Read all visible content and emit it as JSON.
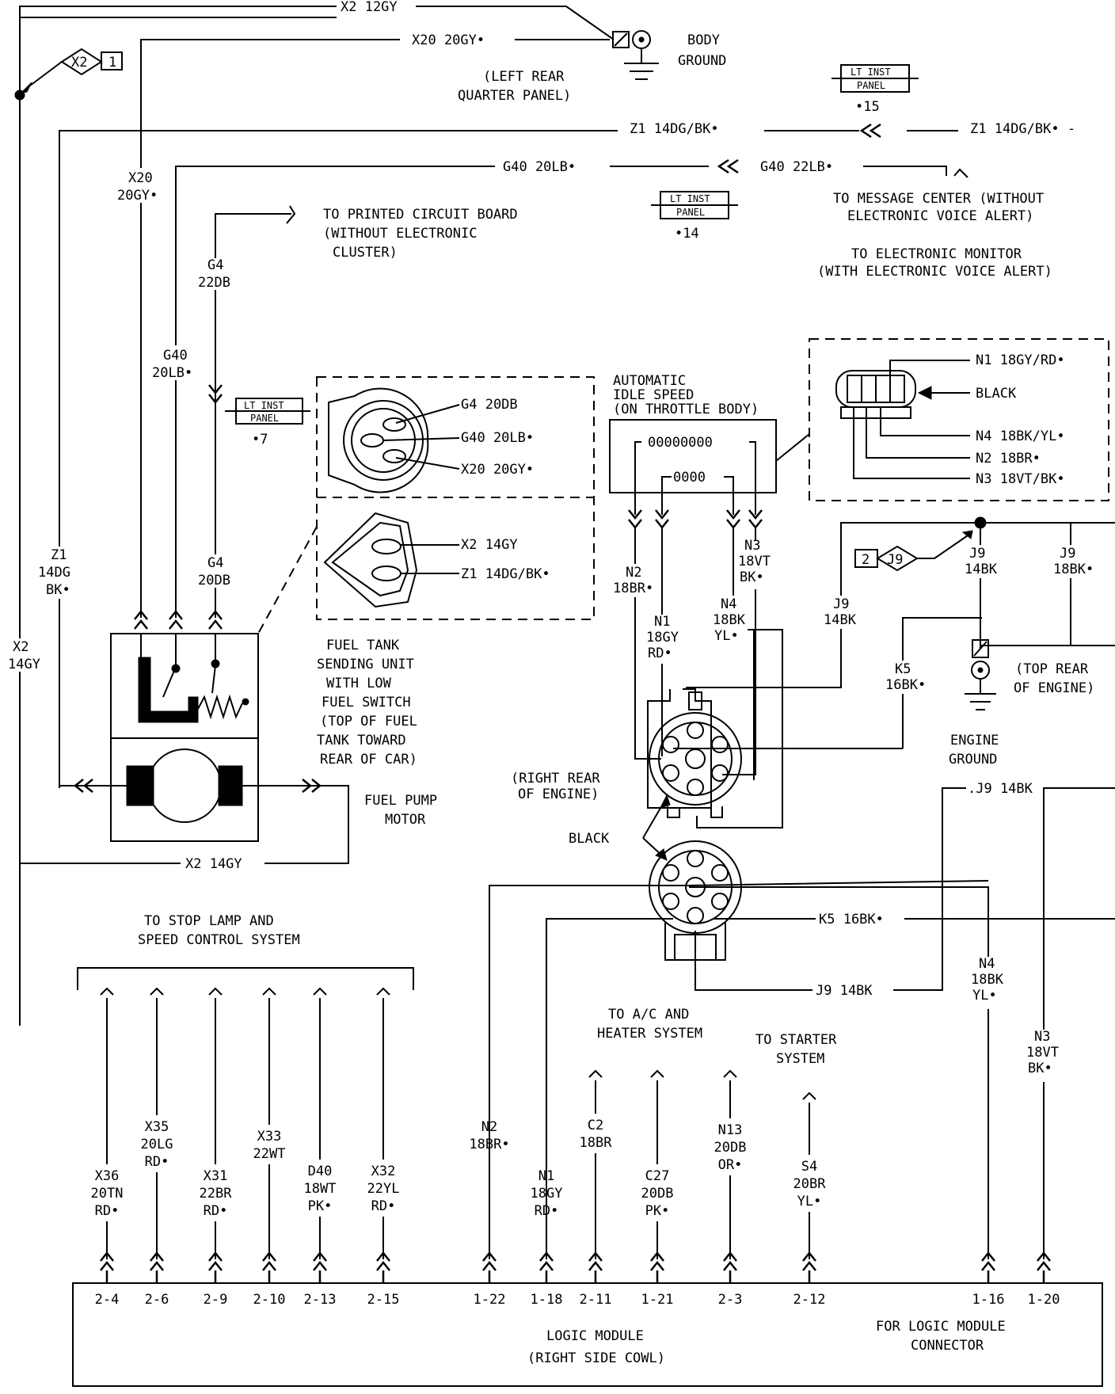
{
  "top_wires": {
    "x2_12gy": "X2 12GY",
    "x20_20gy": "X20 20GY•",
    "z1_14dg_bk_a": "Z1 14DG/BK•",
    "z1_14dg_bk_b": "Z1 14DG/BK• -",
    "g40_20lb": "G40 20LB•",
    "g40_22lb": "G40 22LB•"
  },
  "body_ground": {
    "line1": "BODY",
    "line2": "GROUND",
    "loc1": "(LEFT REAR",
    "loc2": "QUARTER PANEL)"
  },
  "connector_x2": {
    "letter": "X2",
    "pin": "1"
  },
  "connector_j9": {
    "letter": "J9",
    "pin": "2"
  },
  "splices": {
    "s15_top": "LT INST",
    "s15_bottom": "PANEL",
    "s15_num": "•15",
    "s14_top": "LT INST",
    "s14_bottom": "PANEL",
    "s14_num": "•14",
    "s7_top": "LT INST",
    "s7_bottom": "PANEL",
    "s7_num": "•7"
  },
  "message_center": {
    "line1": "TO MESSAGE CENTER (WITHOUT",
    "line2": "ELECTRONIC VOICE ALERT)",
    "line3": "TO ELECTRONIC MONITOR",
    "line4": "(WITH ELECTRONIC VOICE ALERT)"
  },
  "pcb": {
    "line1": "TO PRINTED CIRCUIT BOARD",
    "line2": "(WITHOUT ELECTRONIC",
    "line3": "CLUSTER)"
  },
  "vertical_labels": {
    "x20_a": "X20",
    "x20_b": "20GY•",
    "g4_a": "G4",
    "g4_b": "22DB",
    "g40_a": "G40",
    "g40_b": "20LB•",
    "g4b_a": "G4",
    "g4b_b": "20DB",
    "z1_a": "Z1",
    "z1_b": "14DG",
    "z1_c": "BK•",
    "x2_a": "X2",
    "x2_b": "14GY"
  },
  "sender_conn": {
    "upper": [
      "G4 20DB",
      "G40 20LB•",
      "X20 20GY•"
    ],
    "lower": [
      "X2 14GY",
      "Z1 14DG/BK•"
    ]
  },
  "fuel_tank": {
    "lines": [
      "FUEL TANK",
      "SENDING UNIT",
      "WITH LOW",
      "FUEL SWITCH",
      "(TOP OF FUEL",
      "TANK TOWARD",
      "REAR OF CAR)"
    ]
  },
  "fuel_pump": {
    "line1": "FUEL PUMP",
    "line2": "MOTOR",
    "x2_bottom": "X2 14GY"
  },
  "ais": {
    "line1": "AUTOMATIC",
    "line2": "IDLE SPEED",
    "line3": "(ON THROTTLE BODY)",
    "coil1": "00000000",
    "coil2": "0000"
  },
  "ais_conn": {
    "n1": "N1 18GY/RD•",
    "black": "BLACK",
    "n4": "N4 18BK/YL•",
    "n2": "N2 18BR•",
    "n3": "N3 18VT/BK•"
  },
  "mid_wires": {
    "n3_a": "N3",
    "n3_b": "18VT",
    "n3_c": "BK•",
    "n2_a": "N2",
    "n2_b": "18BR•",
    "n1_a": "N1",
    "n1_b": "18GY",
    "n1_c": "RD•",
    "n4_a": "N4",
    "n4_b": "18BK",
    "n4_c": "YL•",
    "j9a_a": "J9",
    "j9a_b": "14BK",
    "j9b_a": "J9",
    "j9b_b": "14BK",
    "j9c_a": "J9",
    "j9c_b": "18BK•",
    "k5_a": "K5",
    "k5_b": "16BK•"
  },
  "engine_ground": {
    "loc1": "(TOP REAR",
    "loc2": "OF ENGINE)",
    "line1": "ENGINE",
    "line2": "GROUND"
  },
  "engine_conn": {
    "loc1": "(RIGHT REAR",
    "loc2": "OF ENGINE)",
    "black": "BLACK",
    "k5": "K5 16BK•",
    "j9_low": "J9 14BK",
    "j9_right": ".J9 14BK"
  },
  "right_vert": {
    "n4_a": "N4",
    "n4_b": "18BK",
    "n4_c": "YL•",
    "n3_a": "N3",
    "n3_b": "18VT",
    "n3_c": "BK•"
  },
  "stop_lamp": {
    "line1": "TO STOP LAMP AND",
    "line2": "SPEED CONTROL SYSTEM"
  },
  "ac": {
    "line1": "TO A/C AND",
    "line2": "HEATER SYSTEM"
  },
  "starter": {
    "line1": "TO STARTER",
    "line2": "SYSTEM"
  },
  "bottom_wires": [
    {
      "lines": [
        "X36",
        "20TN",
        "RD•"
      ],
      "pin": "2-4"
    },
    {
      "lines": [
        "X35",
        "20LG",
        "RD•"
      ],
      "pin": "2-6"
    },
    {
      "lines": [
        "X31",
        "22BR",
        "RD•"
      ],
      "pin": "2-9"
    },
    {
      "lines": [
        "X33",
        "22WT"
      ],
      "pin": "2-10"
    },
    {
      "lines": [
        "D40",
        "18WT",
        "PK•"
      ],
      "pin": "2-13"
    },
    {
      "lines": [
        "X32",
        "22YL",
        "RD•"
      ],
      "pin": "2-15"
    },
    {
      "lines": [
        "N2",
        "18BR•"
      ],
      "pin": "1-22"
    },
    {
      "lines": [
        "N1",
        "18GY",
        "RD•"
      ],
      "pin": "1-18"
    },
    {
      "lines": [
        "C2",
        "18BR"
      ],
      "pin": "2-11"
    },
    {
      "lines": [
        "C27",
        "20DB",
        "PK•"
      ],
      "pin": "1-21"
    },
    {
      "lines": [
        "N13",
        "20DB",
        "OR•"
      ],
      "pin": "2-3"
    },
    {
      "lines": [
        "S4",
        "20BR",
        "YL•"
      ],
      "pin": "2-12"
    },
    {
      "lines": [],
      "pin": "1-16"
    },
    {
      "lines": [],
      "pin": "1-20"
    }
  ],
  "logic_module": {
    "line1": "LOGIC MODULE",
    "line2": "(RIGHT SIDE COWL)",
    "note1": "FOR LOGIC MODULE",
    "note2": "CONNECTOR"
  }
}
